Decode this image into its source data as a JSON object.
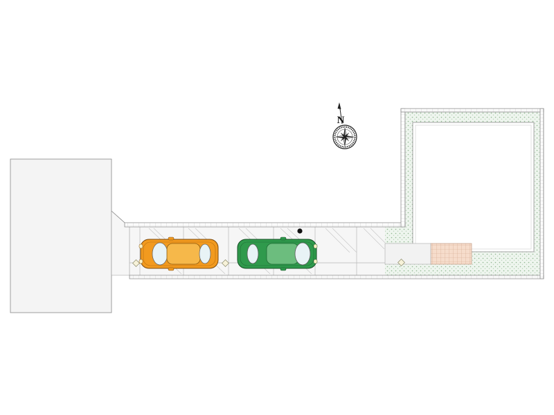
{
  "compass": {
    "north_letter": "N",
    "icon": "compass-rose-icon"
  },
  "colors": {
    "neighbor_building": "#f4f4f4",
    "driveway": "#f6f6f6",
    "wall": "#ffffff",
    "wall_stroke": "#9a9a9a",
    "garden": "#e3efe3",
    "house": "#ffffff",
    "entry_tiles": "#f4d9c6",
    "car_1": "#f29a1f",
    "car_2": "#2f9a4c",
    "marker": "#111111"
  },
  "plan": {
    "parking_spaces": 2,
    "cars": [
      {
        "name": "car-orange",
        "color": "#f29a1f"
      },
      {
        "name": "car-green",
        "color": "#2f9a4c"
      }
    ]
  }
}
